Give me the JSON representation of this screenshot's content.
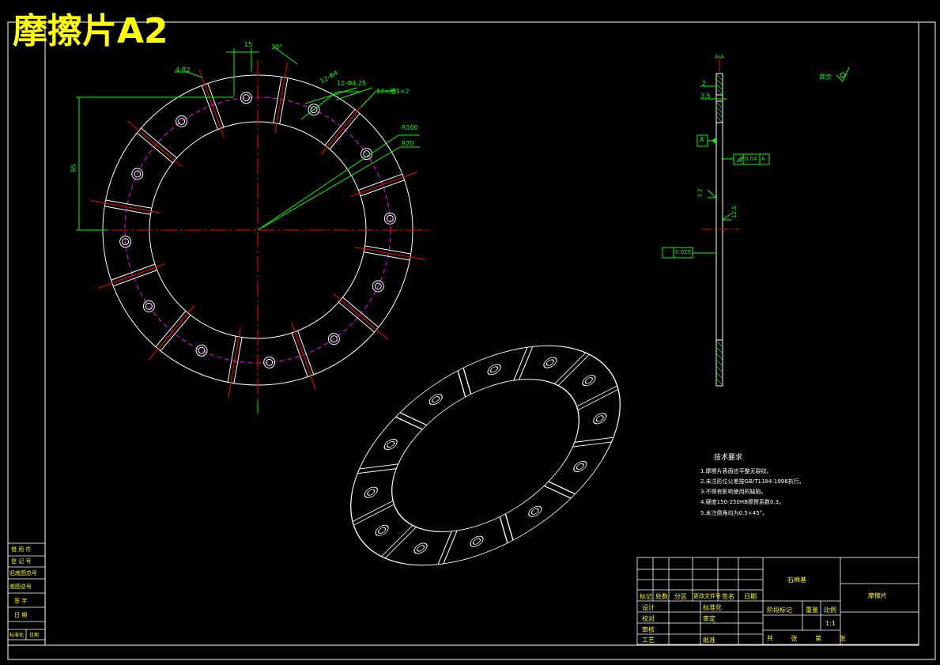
{
  "title": "摩擦片A2",
  "dimensions": {
    "d15": "15",
    "d30": "30°",
    "r4": "4-R2",
    "d12": "12-Φ4",
    "d12h": "12-Φ4.25",
    "slots": "12×槽1×2",
    "r100": "R100",
    "r70": "R70",
    "d85": "85"
  },
  "section": {
    "label": "A-A",
    "d2": "2",
    "d35": "3.5",
    "datum": "A",
    "flatness": "0.025",
    "parallel_value": "0.04",
    "parallel_datum": "A",
    "rough1": "3.2",
    "rough2": "12.5",
    "rest_rough": "其余"
  },
  "tech": {
    "heading": "技术要求",
    "items": [
      "1.摩擦片表面应平整无裂纹。",
      "2.未注形位公差按GB/T1184-1996执行。",
      "3.不得有影响使用的缺陷。",
      "4.硬度150-250HB摩擦系数0.3。",
      "5.未注倒角均为0.5×45°。"
    ]
  },
  "left_block": [
    "借 用 件",
    "登 记 号",
    "旧底图总号",
    "底图总号",
    "签 字",
    "日 期"
  ],
  "left_block_bottom": [
    "标准化",
    "日期"
  ],
  "title_block": {
    "material": "石棉基",
    "part_name": "摩擦片",
    "headers": [
      "标记",
      "处数",
      "分区",
      "更改文件号",
      "签名",
      "日期"
    ],
    "roles": [
      "设计",
      "校对",
      "审核",
      "工艺"
    ],
    "roles2": [
      "标准化",
      "审定",
      "批准"
    ],
    "stage": "阶段标记",
    "weight": "重量",
    "scale": "比例",
    "scale_value": "1:1",
    "sheets": "共 张 第 张"
  },
  "colors": {
    "outline": "#ffffff",
    "dimension": "#00ff00",
    "center": "#ff0000",
    "hidden": "#ff00ff",
    "title": "#ffff00"
  }
}
